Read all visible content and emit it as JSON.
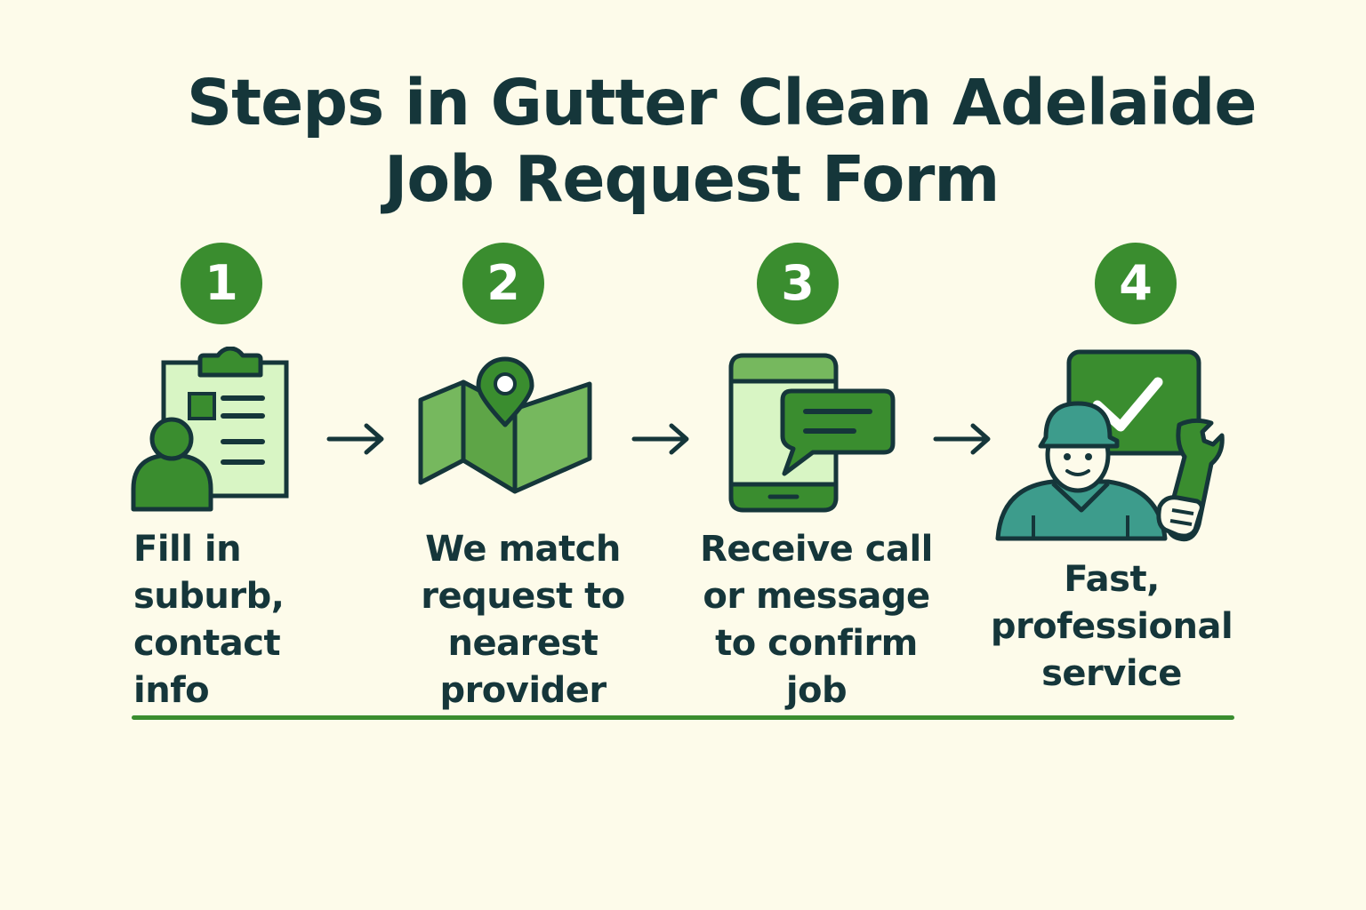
{
  "title": {
    "line1": "Steps in Gutter Clean Adelaide",
    "line2": "Job Request Form"
  },
  "steps": [
    {
      "number": "1",
      "label": "Fill in\nsuburb,\ncontact info",
      "icon": "clipboard-person-icon"
    },
    {
      "number": "2",
      "label": "We match\nrequest to\nnearest provider",
      "icon": "map-pin-icon"
    },
    {
      "number": "3",
      "label": "Receive call\nor message\nto confirm job",
      "icon": "phone-message-icon"
    },
    {
      "number": "4",
      "label": "Fast,\nprofessional\nservice",
      "icon": "worker-checkmark-icon"
    }
  ],
  "colors": {
    "background": "#fdfbea",
    "dark_green": "#3a8d2f",
    "mid_green": "#76b85e",
    "light_green": "#d8f5c4",
    "teal": "#3d9c8c",
    "outline": "#15363a"
  }
}
